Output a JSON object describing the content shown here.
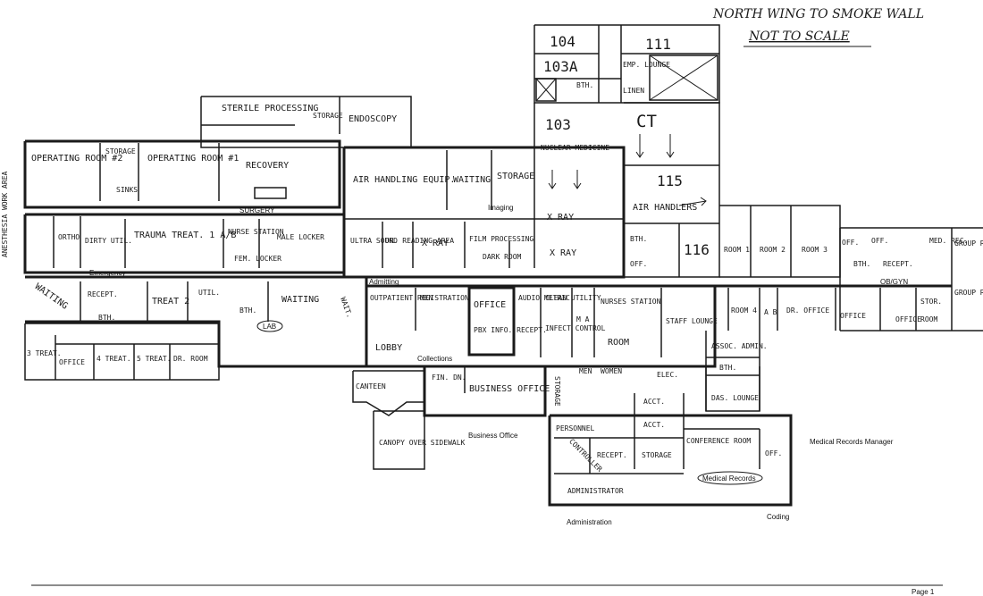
{
  "header": {
    "title": "NORTH WING TO SMOKE WALL",
    "subtitle": "NOT TO SCALE"
  },
  "rooms": {
    "r104": "104",
    "r111": "111",
    "r103a": "103A",
    "bth_top": "BTH.",
    "emp_lounge": "EMP. LOUNGE",
    "linen": "LINEN",
    "sterile": "STERILE PROCESSING",
    "storage_sp": "STORAGE",
    "endoscopy": "ENDOSCOPY",
    "r103": "103",
    "ct": "CT",
    "nuclear": "NUCLEAR MEDICINE",
    "or2": "OPERATING ROOM #2",
    "storage_or": "STORAGE",
    "sinks": "SINKS",
    "or1": "OPERATING ROOM #1",
    "recovery": "RECOVERY",
    "air_handling": "AIR HANDLING EQUIP.",
    "waiting_img": "WAITING",
    "storage_img": "STORAGE",
    "r115": "115",
    "air_handlers": "AIR HANDLERS",
    "anesthesia": "ANESTHESIA WORK AREA",
    "ortho": "ORTHO",
    "dirty_util": "DIRTY UTIL.",
    "trauma": "TRAUMA TREAT. 1 A/B",
    "nurse_station": "NURSE STATION",
    "fem_locker": "FEM. LOCKER",
    "male_locker": "MALE LOCKER",
    "ultrasound": "ULTRA SOUND",
    "dr_reading": "DR. READING AREA",
    "xray_a": "X RAY",
    "film": "FILM PROCESSING",
    "dark_room": "DARK ROOM",
    "xray_b": "X RAY",
    "xray_c": "X RAY",
    "bth_116": "BTH.",
    "r116": "116",
    "off_116": "OFF.",
    "room1": "ROOM 1",
    "room2": "ROOM 2",
    "room3": "ROOM 3",
    "off_a": "OFF.",
    "off_b": "OFF.",
    "med_rec": "MED. REC.",
    "group_room_a": "GROUP ROOM",
    "bth_ob": "BTH.",
    "recept_ob": "RECEPT.",
    "group_room_b": "GROUP ROOM",
    "waiting_er": "WAITING",
    "recept_er": "RECEPT.",
    "treat2": "TREAT 2",
    "util": "UTIL.",
    "waiting_lab": "WAITING",
    "wait_small": "WAIT.",
    "bth_er": "BTH.",
    "bth_lab": "BTH.",
    "outpatient": "OUTPATIENT REGISTRATION",
    "men": "MEN",
    "office_pbx": "OFFICE",
    "pbx": "PBX INFO. RECEPT.",
    "audio": "AUDIO METRIC",
    "clean_util": "CLEAN UTILITY",
    "infect": "INFECT CONTROL",
    "ma": "M A",
    "room_ns": "ROOM",
    "nurses_station": "NURSES STATION",
    "staff_lounge": "STAFF LOUNGE",
    "room4": "ROOM 4",
    "ab": "A B",
    "dr_office": "DR. OFFICE",
    "office_ob": "OFFICE",
    "office_v": "OFFICE",
    "stor": "STOR.",
    "room_v": "ROOM",
    "treat3": "3 TREAT.",
    "office_er": "OFFICE",
    "treat4": "4 TREAT.",
    "treat5": "5 TREAT.",
    "dr_room": "DR. ROOM",
    "lobby": "LOBBY",
    "canteen": "CANTEEN",
    "fin_dn": "FIN. DN.",
    "business_office": "BUSINESS OFFICE",
    "storage_bo": "STORAGE",
    "men_b": "MEN",
    "women": "WOMEN",
    "elec": "ELEC.",
    "assoc_admin": "ASSOC. ADMIN.",
    "bth_admin": "BTH.",
    "das_lounge": "DAS. LOUNGE",
    "personnel": "PERSONNEL",
    "acct_a": "ACCT.",
    "acct_b": "ACCT.",
    "controller": "CONTROLLER",
    "recept_admin": "RECEPT.",
    "storage_admin": "STORAGE",
    "conference": "CONFERENCE ROOM",
    "off_mr": "OFF.",
    "administrator": "ADMINISTRATOR",
    "canopy": "CANOPY OVER SIDEWALK"
  },
  "typed_labels": {
    "surgery": "SURGERY",
    "imaging": "Imaging",
    "emergency": "Emergency",
    "admitting": "Admitting",
    "lab": "LAB",
    "collections": "Collections",
    "ob_gyn": "OB/GYN",
    "business_office": "Business Office",
    "medical_records": "Medical Records",
    "medical_records_manager": "Medical Records Manager",
    "administration": "Administration",
    "coding": "Coding",
    "page": "Page 1"
  }
}
